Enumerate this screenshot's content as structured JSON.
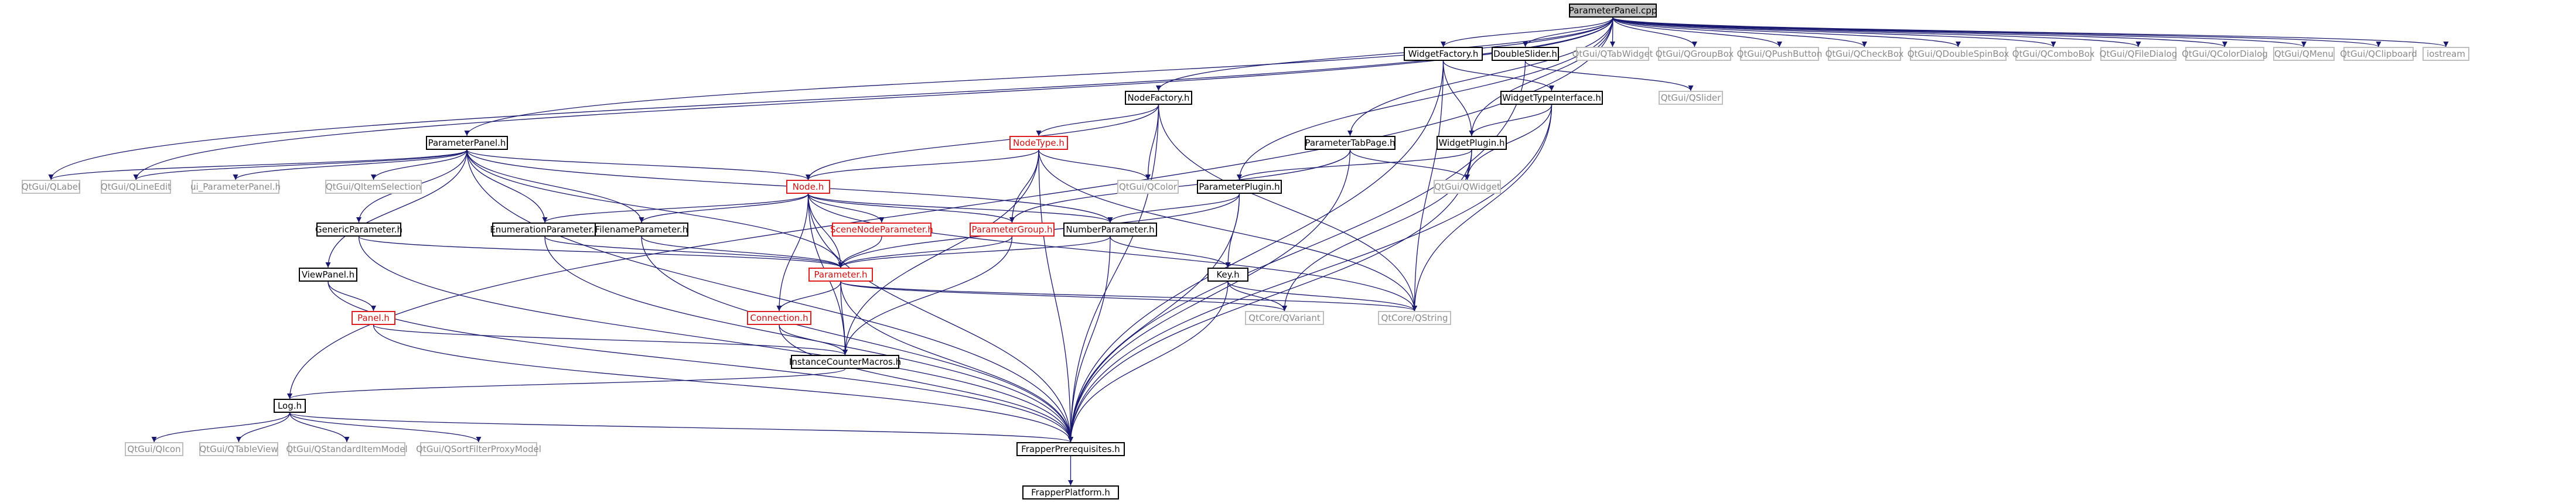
{
  "diagram": {
    "nodes": [
      {
        "id": "root",
        "label": "ParameterPanel.cpp",
        "kind": "root"
      },
      {
        "id": "widgetfactory",
        "label": "WidgetFactory.h",
        "kind": "header"
      },
      {
        "id": "doubleslider",
        "label": "DoubleSlider.h",
        "kind": "header"
      },
      {
        "id": "qtabwidget",
        "label": "QtGui/QTabWidget",
        "kind": "external"
      },
      {
        "id": "qgroupbox",
        "label": "QtGui/QGroupBox",
        "kind": "external"
      },
      {
        "id": "qpushbutton",
        "label": "QtGui/QPushButton",
        "kind": "external"
      },
      {
        "id": "qcheckbox",
        "label": "QtGui/QCheckBox",
        "kind": "external"
      },
      {
        "id": "qdoublespinbox",
        "label": "QtGui/QDoubleSpinBox",
        "kind": "external"
      },
      {
        "id": "qcombobox",
        "label": "QtGui/QComboBox",
        "kind": "external"
      },
      {
        "id": "qfiledialog",
        "label": "QtGui/QFileDialog",
        "kind": "external"
      },
      {
        "id": "qcolordialog",
        "label": "QtGui/QColorDialog",
        "kind": "external"
      },
      {
        "id": "qmenu",
        "label": "QtGui/QMenu",
        "kind": "external"
      },
      {
        "id": "qclipboard",
        "label": "QtGui/QClipboard",
        "kind": "external"
      },
      {
        "id": "iostream",
        "label": "iostream",
        "kind": "external"
      },
      {
        "id": "nodefactory",
        "label": "NodeFactory.h",
        "kind": "header"
      },
      {
        "id": "widgettypeinterface",
        "label": "WidgetTypeInterface.h",
        "kind": "header"
      },
      {
        "id": "qslider",
        "label": "QtGui/QSlider",
        "kind": "external"
      },
      {
        "id": "parameterpanelh",
        "label": "ParameterPanel.h",
        "kind": "header"
      },
      {
        "id": "nodetype",
        "label": "NodeType.h",
        "kind": "red"
      },
      {
        "id": "parametertabpage",
        "label": "ParameterTabPage.h",
        "kind": "header"
      },
      {
        "id": "widgetplugin",
        "label": "WidgetPlugin.h",
        "kind": "header"
      },
      {
        "id": "qlabel",
        "label": "QtGui/QLabel",
        "kind": "external"
      },
      {
        "id": "qlineedit",
        "label": "QtGui/QLineEdit",
        "kind": "external"
      },
      {
        "id": "uiparameterpanel",
        "label": "ui_ParameterPanel.h",
        "kind": "external"
      },
      {
        "id": "qitemselection",
        "label": "QtGui/QItemSelection",
        "kind": "external"
      },
      {
        "id": "nodeh",
        "label": "Node.h",
        "kind": "red"
      },
      {
        "id": "qcolor",
        "label": "QtGui/QColor",
        "kind": "external"
      },
      {
        "id": "parameterplugin",
        "label": "ParameterPlugin.h",
        "kind": "header"
      },
      {
        "id": "qwidget",
        "label": "QtGui/QWidget",
        "kind": "external"
      },
      {
        "id": "genericparameter",
        "label": "GenericParameter.h",
        "kind": "header"
      },
      {
        "id": "enumerationparameter",
        "label": "EnumerationParameter.h",
        "kind": "header"
      },
      {
        "id": "filenameparameter",
        "label": "FilenameParameter.h",
        "kind": "header"
      },
      {
        "id": "scenenodeparameter",
        "label": "SceneNodeParameter.h",
        "kind": "red"
      },
      {
        "id": "parametergroup",
        "label": "ParameterGroup.h",
        "kind": "red"
      },
      {
        "id": "numberparameter",
        "label": "NumberParameter.h",
        "kind": "header"
      },
      {
        "id": "viewpanel",
        "label": "ViewPanel.h",
        "kind": "header"
      },
      {
        "id": "parameterh",
        "label": "Parameter.h",
        "kind": "red"
      },
      {
        "id": "keyh",
        "label": "Key.h",
        "kind": "header"
      },
      {
        "id": "panelh",
        "label": "Panel.h",
        "kind": "red"
      },
      {
        "id": "connectionh",
        "label": "Connection.h",
        "kind": "red"
      },
      {
        "id": "qvariant",
        "label": "QtCore/QVariant",
        "kind": "external"
      },
      {
        "id": "qstring",
        "label": "QtCore/QString",
        "kind": "external"
      },
      {
        "id": "instancecounter",
        "label": "InstanceCounterMacros.h",
        "kind": "header"
      },
      {
        "id": "logh",
        "label": "Log.h",
        "kind": "header"
      },
      {
        "id": "qicon",
        "label": "QtGui/QIcon",
        "kind": "external"
      },
      {
        "id": "qtableview",
        "label": "QtGui/QTableView",
        "kind": "external"
      },
      {
        "id": "qstandarditemmodel",
        "label": "QtGui/QStandardItemModel",
        "kind": "external"
      },
      {
        "id": "qsortfilterproxymodel",
        "label": "QtGui/QSortFilterProxyModel",
        "kind": "external"
      },
      {
        "id": "frapperprereq",
        "label": "FrapperPrerequisites.h",
        "kind": "header"
      },
      {
        "id": "frapperplatform",
        "label": "FrapperPlatform.h",
        "kind": "header"
      }
    ],
    "edges": [
      [
        "root",
        "widgetfactory"
      ],
      [
        "root",
        "doubleslider"
      ],
      [
        "root",
        "qtabwidget"
      ],
      [
        "root",
        "qgroupbox"
      ],
      [
        "root",
        "qpushbutton"
      ],
      [
        "root",
        "qcheckbox"
      ],
      [
        "root",
        "qdoublespinbox"
      ],
      [
        "root",
        "qcombobox"
      ],
      [
        "root",
        "qfiledialog"
      ],
      [
        "root",
        "qcolordialog"
      ],
      [
        "root",
        "qmenu"
      ],
      [
        "root",
        "qclipboard"
      ],
      [
        "root",
        "iostream"
      ],
      [
        "root",
        "nodefactory"
      ],
      [
        "root",
        "parameterpanelh"
      ],
      [
        "root",
        "parametertabpage"
      ],
      [
        "root",
        "widgetplugin"
      ],
      [
        "root",
        "parameterplugin"
      ],
      [
        "root",
        "qlabel"
      ],
      [
        "root",
        "qlineedit"
      ],
      [
        "root",
        "logh"
      ],
      [
        "widgetfactory",
        "widgettypeinterface"
      ],
      [
        "widgetfactory",
        "widgetplugin"
      ],
      [
        "widgetfactory",
        "qstring"
      ],
      [
        "widgetfactory",
        "frapperprereq"
      ],
      [
        "doubleslider",
        "qslider"
      ],
      [
        "doubleslider",
        "frapperprereq"
      ],
      [
        "nodefactory",
        "nodetype"
      ],
      [
        "nodefactory",
        "nodeh"
      ],
      [
        "nodefactory",
        "qcolor"
      ],
      [
        "nodefactory",
        "qstring"
      ],
      [
        "nodefactory",
        "frapperprereq"
      ],
      [
        "widgettypeinterface",
        "widgetplugin"
      ],
      [
        "widgettypeinterface",
        "qwidget"
      ],
      [
        "widgettypeinterface",
        "qstring"
      ],
      [
        "widgettypeinterface",
        "frapperprereq"
      ],
      [
        "parameterpanelh",
        "qlabel"
      ],
      [
        "parameterpanelh",
        "qlineedit"
      ],
      [
        "parameterpanelh",
        "uiparameterpanel"
      ],
      [
        "parameterpanelh",
        "qitemselection"
      ],
      [
        "parameterpanelh",
        "nodeh"
      ],
      [
        "parameterpanelh",
        "viewpanel"
      ],
      [
        "parameterpanelh",
        "genericparameter"
      ],
      [
        "parameterpanelh",
        "enumerationparameter"
      ],
      [
        "parameterpanelh",
        "filenameparameter"
      ],
      [
        "parameterpanelh",
        "parameterh"
      ],
      [
        "parameterpanelh",
        "numberparameter"
      ],
      [
        "parameterpanelh",
        "frapperprereq"
      ],
      [
        "nodetype",
        "nodeh"
      ],
      [
        "nodetype",
        "qcolor"
      ],
      [
        "nodetype",
        "parametergroup"
      ],
      [
        "nodetype",
        "qstring"
      ],
      [
        "nodetype",
        "instancecounter"
      ],
      [
        "nodetype",
        "frapperprereq"
      ],
      [
        "parametertabpage",
        "qwidget"
      ],
      [
        "parametertabpage",
        "parametergroup"
      ],
      [
        "parametertabpage",
        "frapperprereq"
      ],
      [
        "widgetplugin",
        "qwidget"
      ],
      [
        "widgetplugin",
        "parameterplugin"
      ],
      [
        "widgetplugin",
        "qvariant"
      ],
      [
        "widgetplugin",
        "frapperprereq"
      ],
      [
        "nodeh",
        "scenenodeparameter"
      ],
      [
        "nodeh",
        "parametergroup"
      ],
      [
        "nodeh",
        "numberparameter"
      ],
      [
        "nodeh",
        "enumerationparameter"
      ],
      [
        "nodeh",
        "filenameparameter"
      ],
      [
        "nodeh",
        "parameterh"
      ],
      [
        "nodeh",
        "connectionh"
      ],
      [
        "nodeh",
        "instancecounter"
      ],
      [
        "nodeh",
        "qstring"
      ],
      [
        "nodeh",
        "frapperprereq"
      ],
      [
        "parameterplugin",
        "parameterh"
      ],
      [
        "parameterplugin",
        "keyh"
      ],
      [
        "parameterplugin",
        "numberparameter"
      ],
      [
        "parameterplugin",
        "frapperprereq"
      ],
      [
        "genericparameter",
        "parameterh"
      ],
      [
        "genericparameter",
        "frapperprereq"
      ],
      [
        "enumerationparameter",
        "parameterh"
      ],
      [
        "enumerationparameter",
        "frapperprereq"
      ],
      [
        "filenameparameter",
        "parameterh"
      ],
      [
        "filenameparameter",
        "frapperprereq"
      ],
      [
        "scenenodeparameter",
        "parameterh"
      ],
      [
        "parametergroup",
        "parameterh"
      ],
      [
        "parametergroup",
        "instancecounter"
      ],
      [
        "numberparameter",
        "parameterh"
      ],
      [
        "numberparameter",
        "keyh"
      ],
      [
        "numberparameter",
        "frapperprereq"
      ],
      [
        "viewpanel",
        "panelh"
      ],
      [
        "viewpanel",
        "frapperprereq"
      ],
      [
        "parameterh",
        "connectionh"
      ],
      [
        "parameterh",
        "instancecounter"
      ],
      [
        "parameterh",
        "qvariant"
      ],
      [
        "parameterh",
        "qstring"
      ],
      [
        "parameterh",
        "frapperprereq"
      ],
      [
        "keyh",
        "qvariant"
      ],
      [
        "keyh",
        "qstring"
      ],
      [
        "keyh",
        "frapperprereq"
      ],
      [
        "panelh",
        "instancecounter"
      ],
      [
        "panelh",
        "frapperprereq"
      ],
      [
        "connectionh",
        "instancecounter"
      ],
      [
        "connectionh",
        "frapperprereq"
      ],
      [
        "instancecounter",
        "logh"
      ],
      [
        "logh",
        "qicon"
      ],
      [
        "logh",
        "qtableview"
      ],
      [
        "logh",
        "qstandarditemmodel"
      ],
      [
        "logh",
        "qsortfilterproxymodel"
      ],
      [
        "logh",
        "frapperprereq"
      ],
      [
        "frapperprereq",
        "frapperplatform"
      ]
    ]
  }
}
